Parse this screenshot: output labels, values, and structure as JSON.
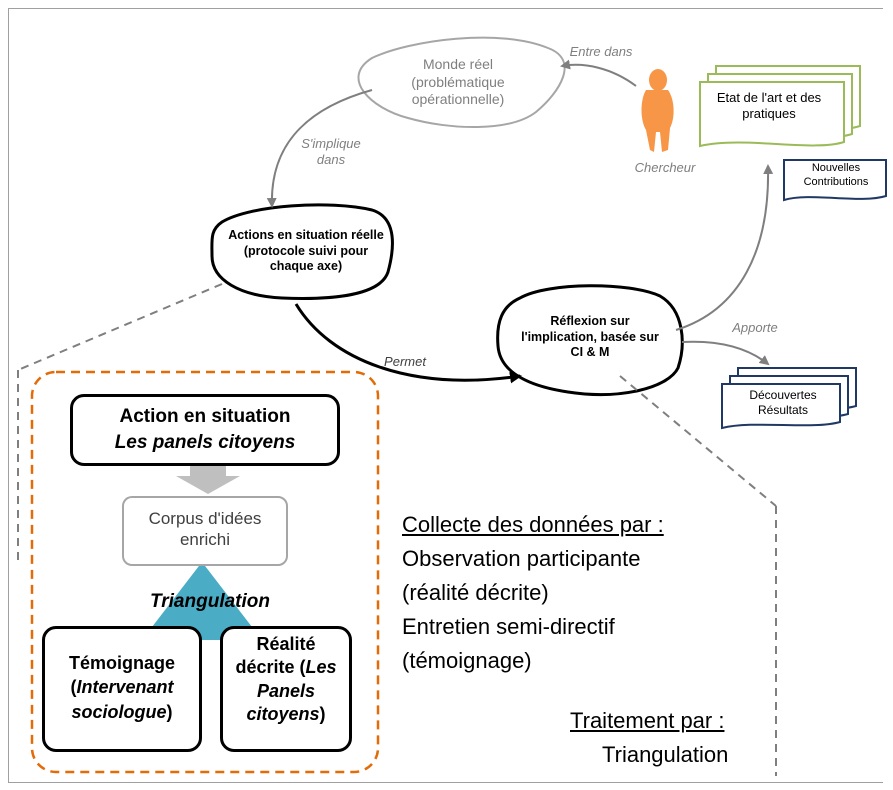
{
  "cycle": {
    "real_world": "Monde réel (problématique opérationnelle)",
    "enters_in": "Entre dans",
    "researcher": "Chercheur",
    "state_of_art": "Etat de l'art et des pratiques",
    "new_contributions": "Nouvelles Contributions",
    "involves_in": "S'implique dans",
    "actions": "Actions en situation réelle (protocole suivi pour chaque axe)",
    "reflection": "Réflexion sur l'implication, basée sur CI & M",
    "allows": "Permet",
    "brings": "Apporte",
    "discoveries": "Découvertes Résultats"
  },
  "detail": {
    "action_title": "Action en situation",
    "action_subtitle": "Les panels citoyens",
    "corpus": "Corpus d'idées enrichi",
    "triangulation": "Triangulation",
    "testimony_label": "Témoignage",
    "testimony_open": "(",
    "testimony_source": "Intervenant sociologue",
    "testimony_close": ")",
    "reality_label": "Réalité décrite (",
    "reality_source": "Les Panels citoyens",
    "reality_close": ")"
  },
  "collection": {
    "heading": "Collecte des données par :",
    "item1": "Observation participante",
    "item1_note": "(réalité décrite)",
    "item2": "Entretien semi-directif",
    "item2_note": "(témoignage)",
    "processing_heading": "Traitement par :",
    "processing_item": "Triangulation"
  },
  "colors": {
    "orange_dashed": "#e36c09",
    "teal_triangle": "#4bacc6",
    "researcher_figure": "#f79646",
    "green_docs": "#9bbb59",
    "navy_docs": "#1f3864",
    "gray": "#7f7f7f"
  },
  "icons": [
    "researcher-figure-icon",
    "document-stack-icon"
  ]
}
